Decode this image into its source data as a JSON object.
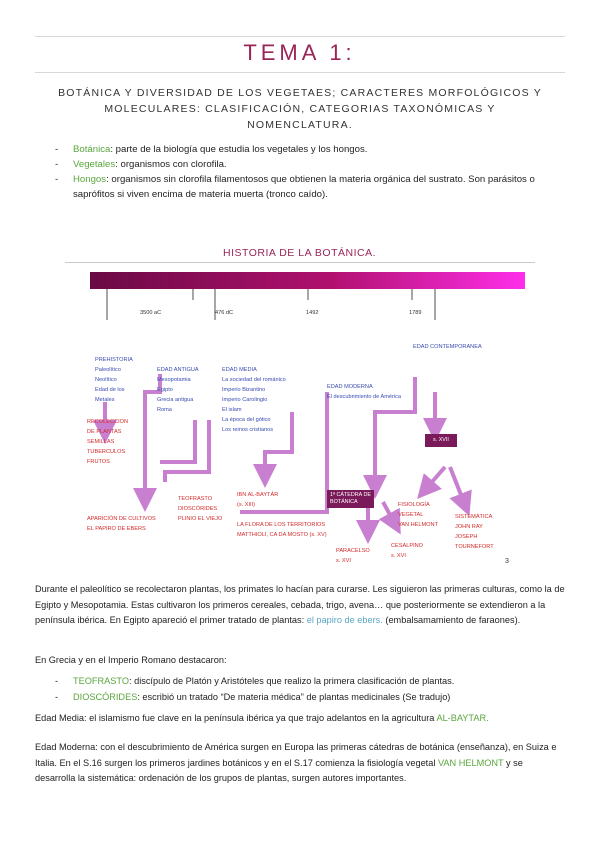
{
  "header": {
    "title": "TEMA 1:",
    "subtitle": "BOTÁNICA Y DIVERSIDAD DE LOS VEGETAES; CARACTERES MORFOLÓGICOS Y MOLECULARES: CLASIFICACIÓN, CATEGORIAS TAXONÓMICAS Y NOMENCLATURA."
  },
  "definitions": [
    {
      "term": "Botánica",
      "text": ": parte de la biología que estudia los vegetales y los hongos."
    },
    {
      "term": "Vegetales",
      "text": ": organismos con clorofila."
    },
    {
      "term": "Hongos",
      "text": ": organismos sin clorofila filamentosos que obtienen la materia orgánica del sustrato. Son parásitos o saprófitos si viven encima de materia muerta (tronco caído)."
    }
  ],
  "history": {
    "title": "HISTORIA DE LA BOTÁNICA.",
    "ticks": [
      "3500 aC",
      "476 dC",
      "1492",
      "1789"
    ],
    "eras": {
      "prehistoria": {
        "title": "PREHISTORIA",
        "items": [
          "Paleolítico",
          "Neolítico",
          "Edad de los",
          "Metales"
        ]
      },
      "antigua": {
        "title": "EDAD ANTIGUA",
        "items": [
          "Mesopotamia",
          "Egipto",
          "Grecia antigua",
          "Roma"
        ]
      },
      "media": {
        "title": "EDAD MEDIA",
        "items": [
          "La sociedad del románico",
          "Imperio Bizantino",
          "Imperio Carolingio",
          "El islam",
          "La época del gótico",
          "Los reinos cristianos"
        ]
      },
      "moderna": {
        "title": "EDAD MODERNA",
        "items": [
          "El descubrimiento de América"
        ]
      },
      "contemporanea": {
        "title": "EDAD CONTEMPORANEA"
      }
    },
    "outcomes": {
      "recoleccion": [
        "RECOLECCION",
        "DE PLANTAS",
        "SEMILLAS",
        "TUBERCULOS",
        "FRUTOS"
      ],
      "cultivos": [
        "APARICIÓN DE CULTIVOS",
        "EL PAPIRO DE EBERS"
      ],
      "clasicos": [
        "TEOFRASTO",
        "DIOSCÓRIDES",
        "PLINIO EL VIEJO"
      ],
      "albaytar": [
        "IBN AL-BAYTÁR",
        "(s. XIII)"
      ],
      "flora": [
        "LA FLORA DE LOS TERRITORIOS",
        "MATTHIOLI, CA DA MOSTO (s. XV)"
      ],
      "catedra_box": [
        "1ª CÁTEDRA DE",
        "BOTÁNICA"
      ],
      "xvii_box": "s. XVII",
      "paracelso": [
        "PARACELSO",
        "s. XVI"
      ],
      "cesalpino": [
        "CESALPINO",
        "s. XVI"
      ],
      "fisiologia": [
        "FISIOLOGÍA",
        "VEGETAL",
        "VAN HELMONT"
      ],
      "sistematica": [
        "SISTEMÁTICA",
        "JOHN RAY",
        "JOSEPH",
        "TOURNEFORT"
      ],
      "page_num": "3"
    }
  },
  "body": {
    "p1_a": "Durante el paleolítico se recolectaron plantas, los primates lo hacían para curarse. Les siguieron las primeras culturas, como la de Egipto y Mesopotamia. Estas cultivaron los primeros cereales, cebada, trigo, avena… que posteriormente se extendieron a la península ibérica. En Egipto apareció el primer tratado de plantas: ",
    "p1_link": "el papiro de ebers.",
    "p1_b": " (embalsamamiento de faraones).",
    "p2": "En Grecia y en el Imperio Romano destacaron:",
    "list": [
      {
        "term": "TEOFRASTO",
        "text": ": discípulo de Platón y Aristóteles que realizo la primera clasificación de plantas."
      },
      {
        "term": "DIOSCÓRIDES",
        "text": ": escribió un tratado “De materia médica” de plantas medicinales (Se tradujo)"
      }
    ],
    "p3_a": "Edad Media: el islamismo fue clave en la península ibérica ya que trajo adelantos en la agricultura ",
    "p3_term": "AL-BAYTAR.",
    "p4_a": "Edad Moderna: con el descubrimiento de América surgen en Europa las primeras cátedras de botánica (enseñanza), en Suiza e Italia. En el S.16 surgen los primeros jardines botánicos y en el S.17 comienza la fisiología vegetal ",
    "p4_term": "VAN HELMONT",
    "p4_b": " y se desarrolla la sistemática: ordenación de los grupos de plantas, surgen autores importantes."
  },
  "colors": {
    "accent": "#9a2458",
    "green": "#5aa63d",
    "arrow": "#c87fd0",
    "link": "#5aa6c8"
  }
}
